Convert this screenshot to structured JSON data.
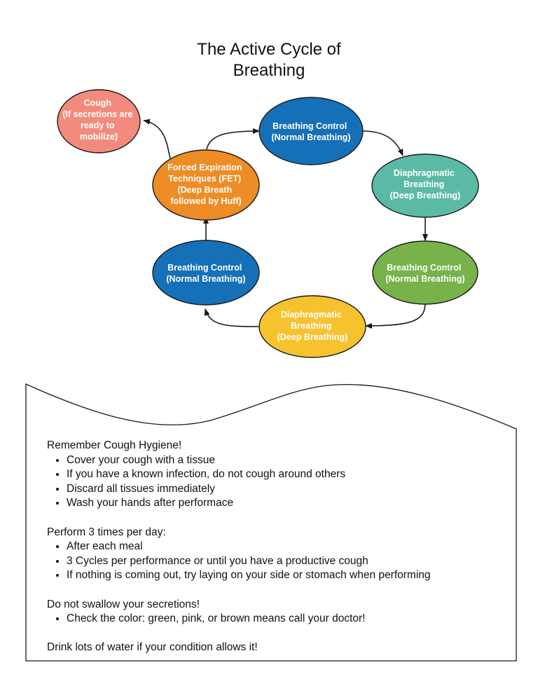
{
  "title": {
    "line1": "The Active Cycle of",
    "line2": "Breathing"
  },
  "colors": {
    "cough": "#f28b7d",
    "blue": "#1570b8",
    "teal": "#5bbaa6",
    "green": "#77b24a",
    "yellow": "#f6c22e",
    "orange": "#ee8c26",
    "stroke": "#1a1a1a"
  },
  "nodes": {
    "cough": [
      "Cough",
      "(If secretions are",
      "ready to",
      "mobilize)"
    ],
    "bc_top": [
      "Breathing Control",
      "(Normal Breathing)"
    ],
    "diaphragmatic_right": [
      "Diaphragmatic",
      "Breathing",
      "(Deep Breathing)"
    ],
    "bc_right": [
      "Breathing Control",
      "(Normal Breathing)"
    ],
    "diaphragmatic_bottom": [
      "Diaphragmatic",
      "Breathing",
      "(Deep Breathing)"
    ],
    "bc_left": [
      "Breathing Control",
      "(Normal Breathing)"
    ],
    "fet": [
      "Forced Expiration",
      "Techniques (FET)",
      "(Deep Breath",
      "followed by Huff)"
    ]
  },
  "notes": {
    "hygiene": {
      "heading": "Remember Cough Hygiene!",
      "items": [
        "Cover your cough with a tissue",
        "If you have a known infection, do not cough around others",
        "Discard all tissues immediately",
        "Wash your hands after performace"
      ]
    },
    "frequency": {
      "heading": "Perform 3 times per day:",
      "items": [
        "After each meal",
        "3 Cycles per performance or until you have a productive cough",
        "If nothing is coming out, try laying on your side or stomach when performing"
      ]
    },
    "secretions": {
      "heading": "Do not swallow your secretions!",
      "items": [
        "Check the color: green,  pink, or brown means call your doctor!"
      ]
    },
    "water": "Drink lots of water if your condition allows it!"
  }
}
